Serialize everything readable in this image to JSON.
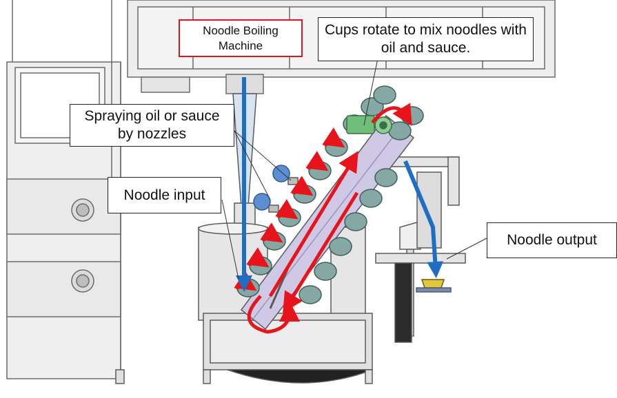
{
  "labels": {
    "boiling_machine": "Noodle Boiling Machine",
    "cups_rotate": "Cups rotate to mix noodles with oil and sauce.",
    "spraying": "Spraying oil or sauce by nozzles",
    "noodle_input": "Noodle input",
    "noodle_output": "Noodle output"
  },
  "colors": {
    "machine_line": "#5a5a5a",
    "machine_fill": "#dcdcdc",
    "conveyor_fill": "#cfc9e6",
    "cup_fill": "#86a8a5",
    "arrow_red": "#e8141b",
    "arrow_blue": "#1e6fc4",
    "motor_green": "#6fbf7a",
    "bowl_fill": "#e3c93a"
  }
}
